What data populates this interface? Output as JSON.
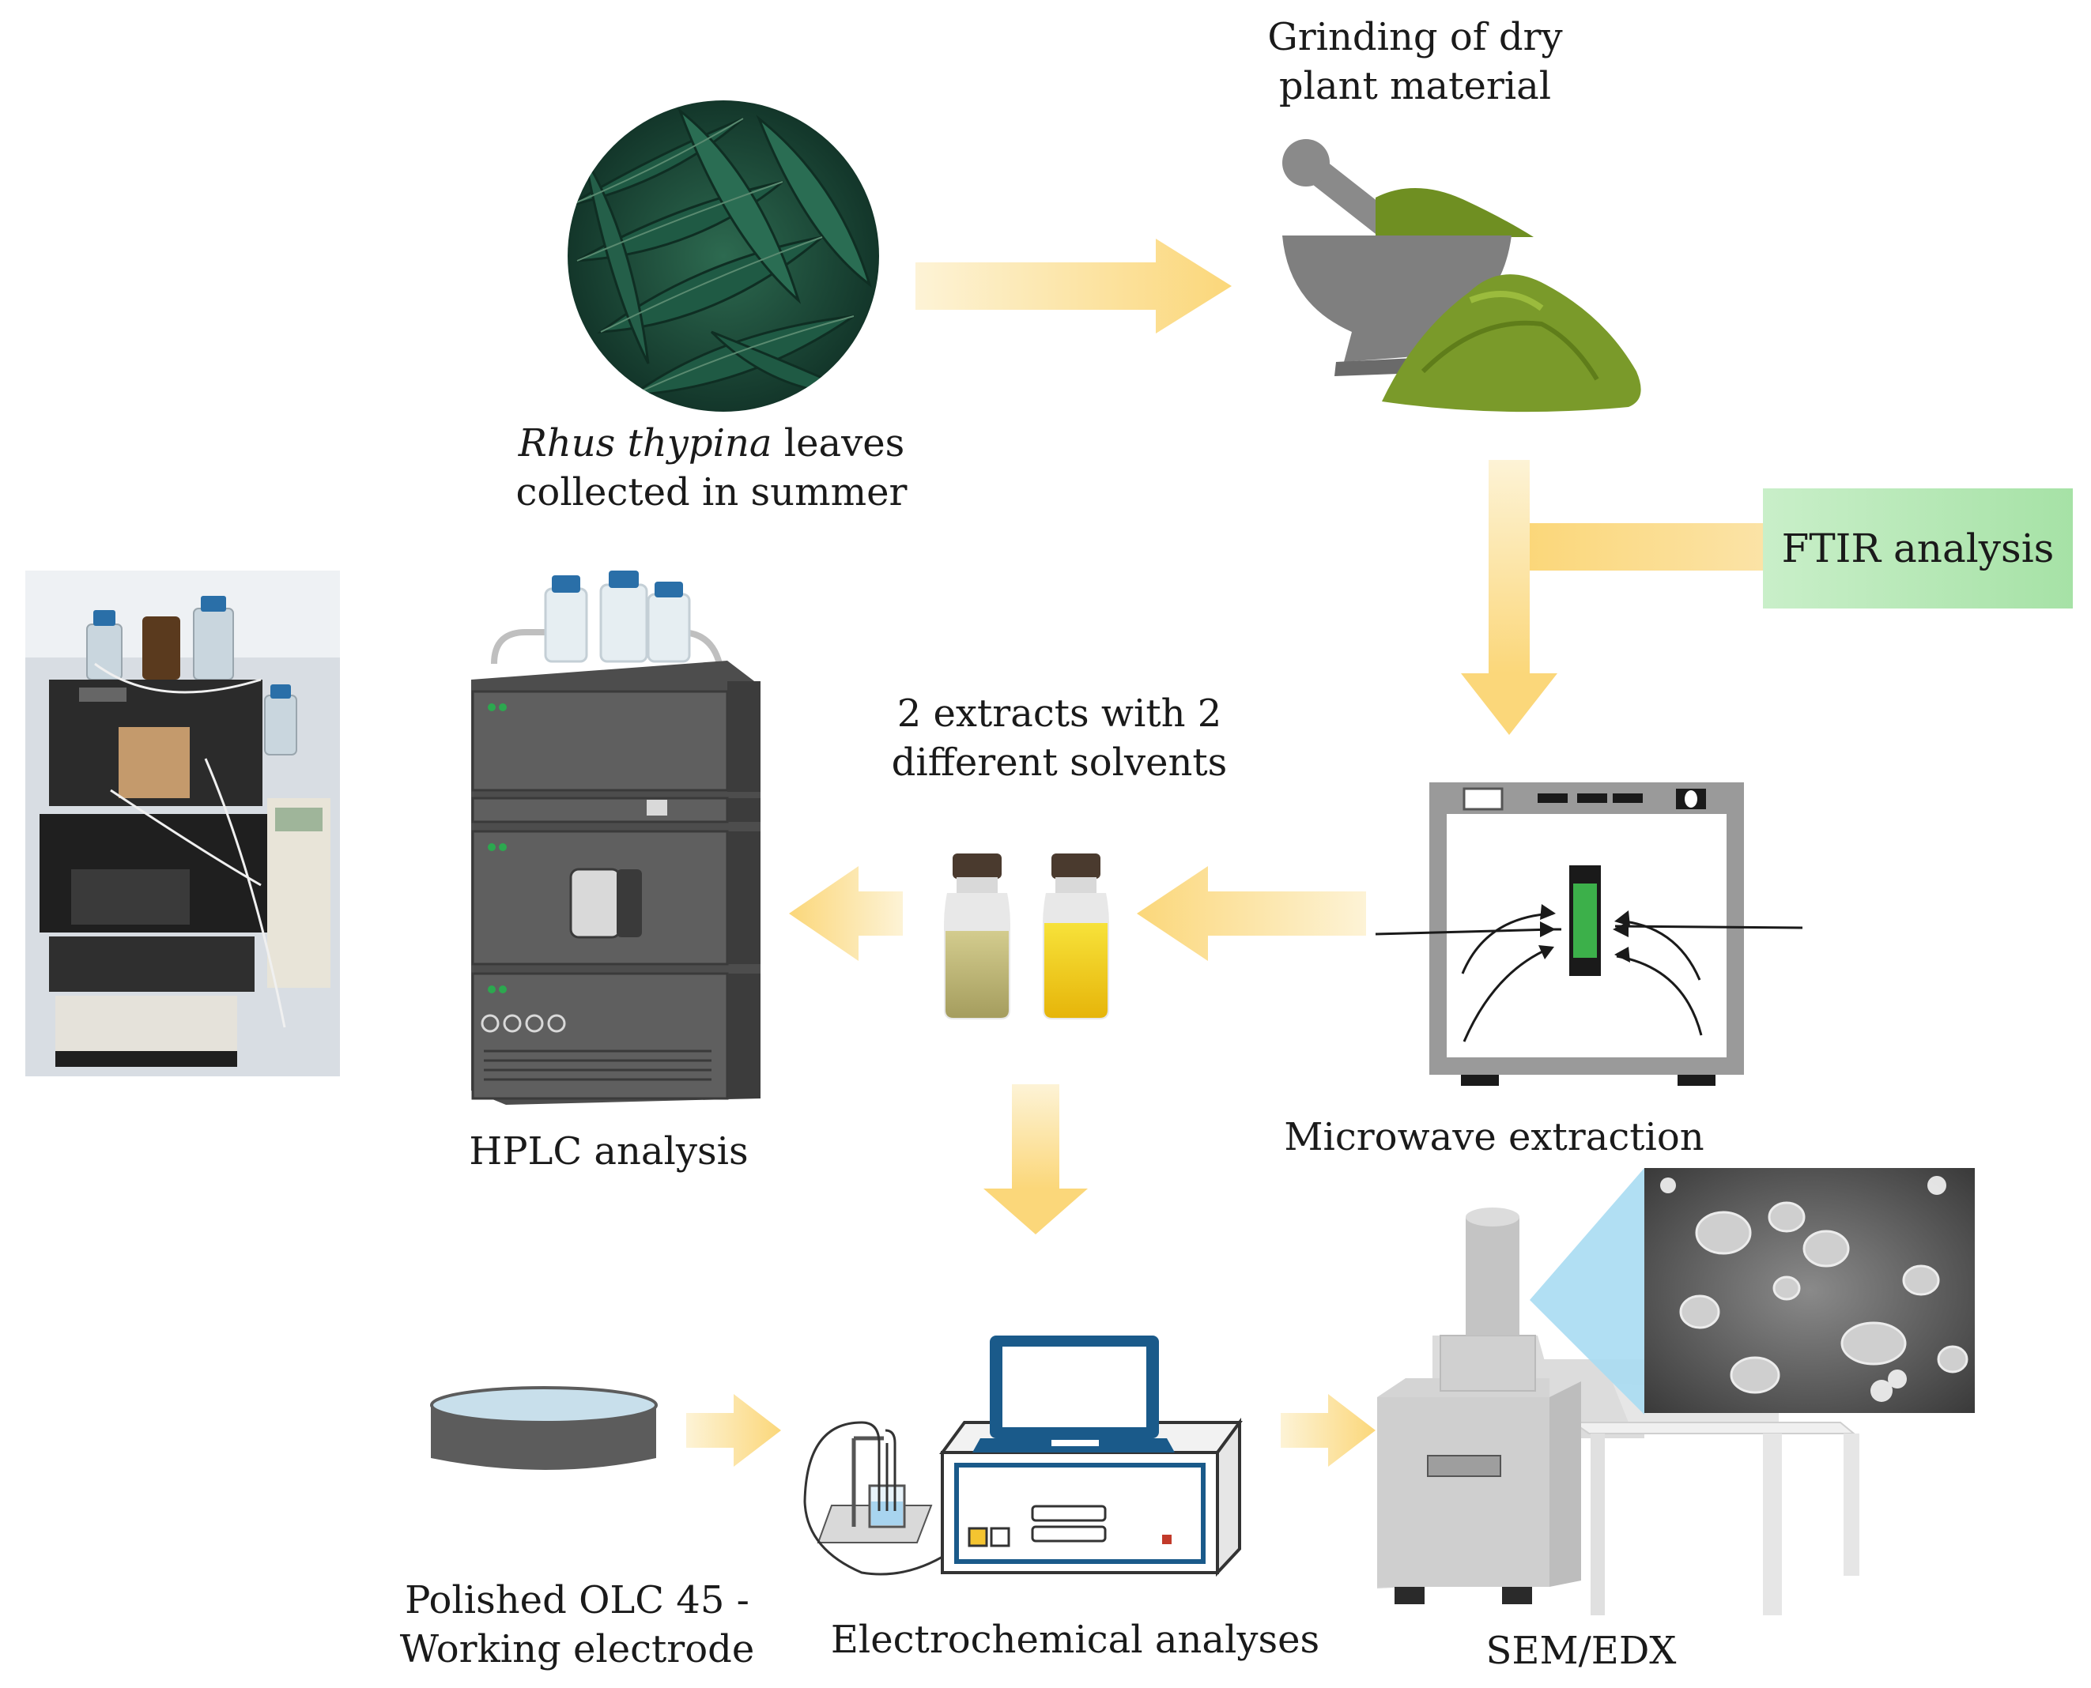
{
  "steps": {
    "leaves": {
      "line1_italic": "Rhus thypina",
      "line1_rest": " leaves",
      "line2": "collected in summer"
    },
    "grinding": {
      "line1": "Grinding of dry",
      "line2": "plant material"
    },
    "ftir": {
      "label": "FTIR analysis"
    },
    "microwave": {
      "label": "Microwave extraction"
    },
    "extracts": {
      "line1": "2 extracts with 2",
      "line2": "different solvents"
    },
    "hplc": {
      "label": "HPLC analysis"
    },
    "electrode": {
      "line1": "Polished OLC 45  -",
      "line2": "Working electrode"
    },
    "electrochem": {
      "label": "Electrochemical analyses"
    },
    "sem": {
      "label": "SEM/EDX"
    }
  },
  "colors": {
    "arrow": "#fbd77a",
    "arrow_light": "#fdf0cf",
    "ftir_box": "#b3e6b3",
    "leaf_dark": "#1e4d3a",
    "powder": "#7a9a2a",
    "equipment_gray": "#5c5c5c",
    "microwave_frame": "#9a9a9a",
    "sample_green": "#3cb04a",
    "sem_highlight": "#a8dcf2",
    "monitor_blue": "#1a5a8a"
  }
}
